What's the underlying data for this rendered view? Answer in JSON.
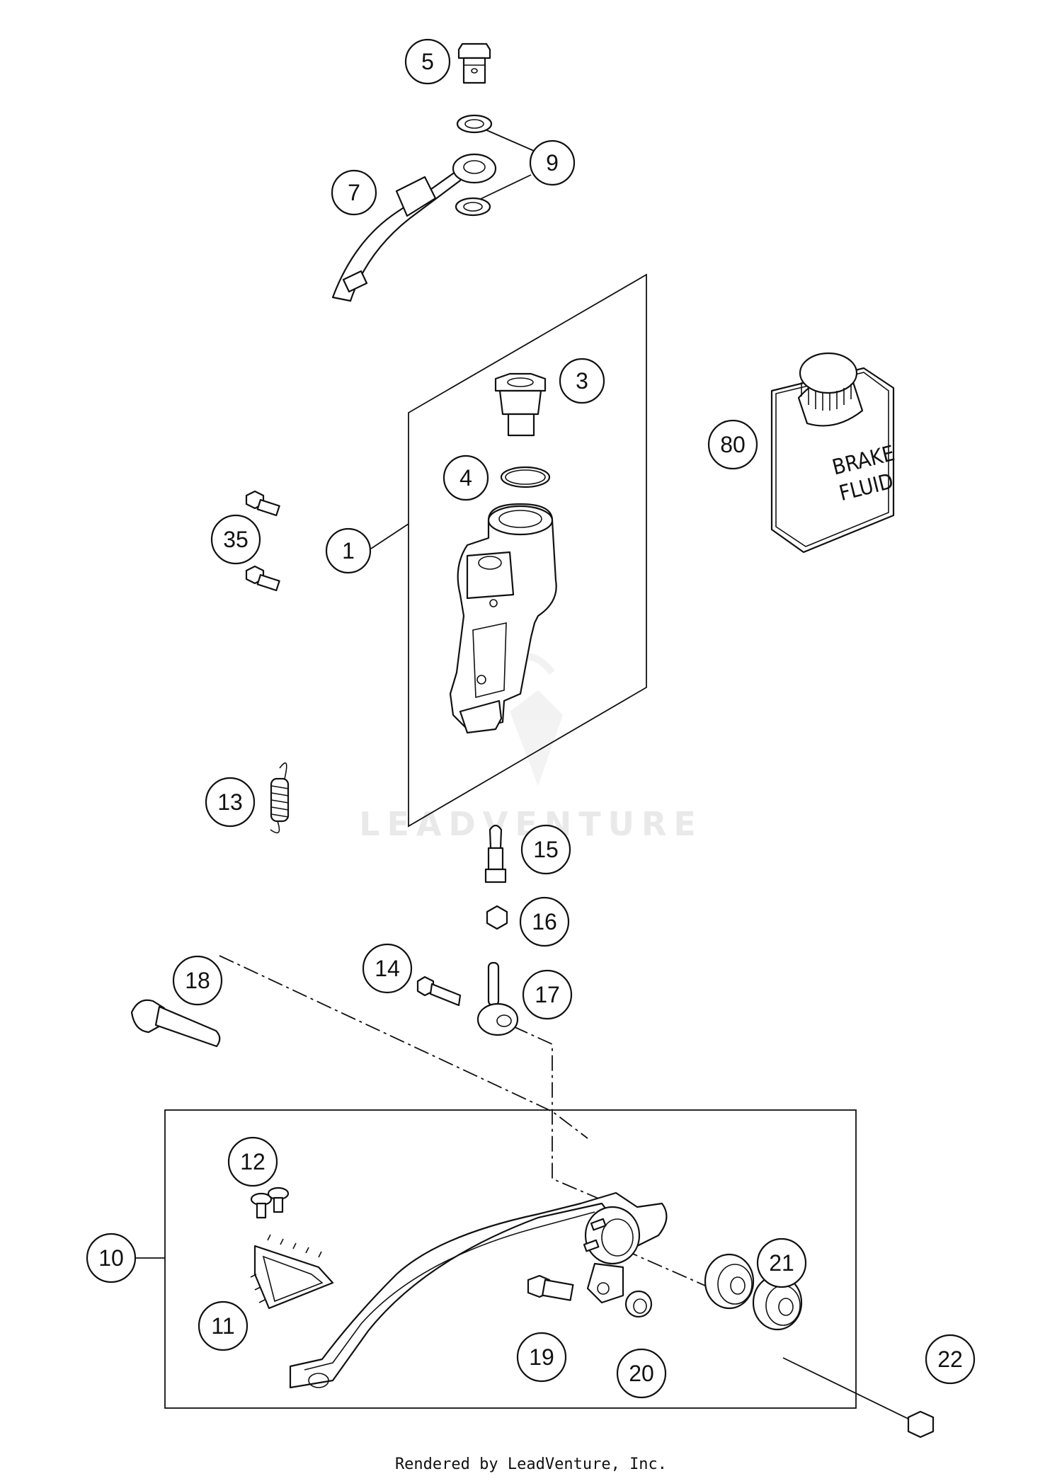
{
  "watermark": "LEADVENTURE",
  "footer": "Rendered by LeadVenture, Inc.",
  "brake_fluid_label": [
    "BRAKE",
    "FLUID"
  ],
  "callouts": [
    "1",
    "3",
    "4",
    "5",
    "7",
    "9",
    "10",
    "11",
    "12",
    "13",
    "14",
    "15",
    "16",
    "17",
    "18",
    "19",
    "20",
    "21",
    "22",
    "35",
    "80"
  ]
}
